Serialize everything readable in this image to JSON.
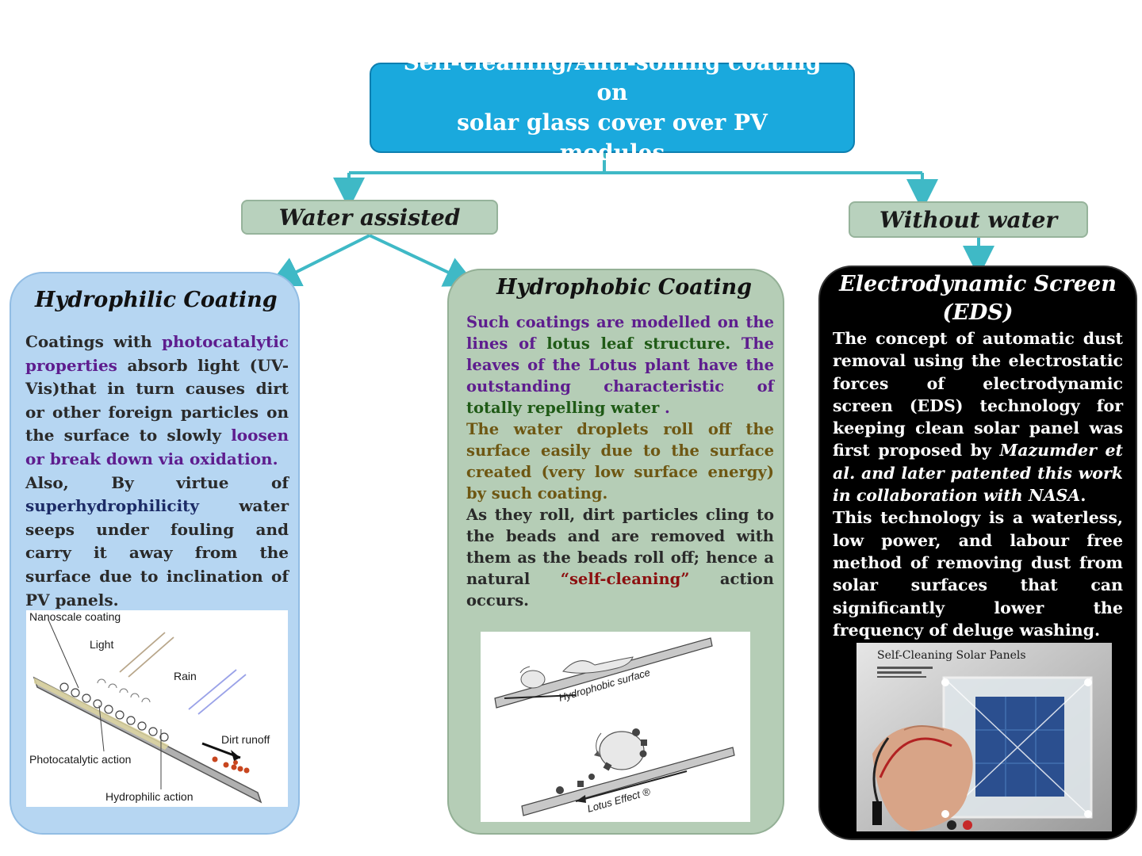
{
  "root": {
    "line1": "Self-cleaning/Anti-soiling coating on",
    "line2": "solar glass cover over PV modules"
  },
  "branches": {
    "water_assisted": "Water assisted",
    "without_water": "Without water"
  },
  "hydrophilic": {
    "title": "Hydrophilic Coating",
    "t1": "Coatings with ",
    "t2": "photocatalytic properties",
    "t3": " absorb light (UV-Vis)that in turn causes dirt or other foreign particles on the surface to slowly ",
    "t4": "loosen or break down via oxidation.",
    "t5": "Also, By virtue of ",
    "t6": "superhydrophilicity",
    "t7": " water seeps under fouling and carry it away from the surface due to inclination of PV panels.",
    "figure": {
      "nanoscale": "Nanoscale coating",
      "light": "Light",
      "rain": "Rain",
      "dirt": "Dirt runoff",
      "photocatalytic": "Photocatalytic action",
      "hydrophilic": "Hydrophilic action"
    }
  },
  "hydrophobic": {
    "title": "Hydrophobic Coating",
    "t1": "Such coatings are modelled on the lines of ",
    "t2": "lotus leaf structure.",
    "t3": " The leaves of the Lotus plant have the outstanding characteristic of ",
    "t4": "totally repelling water",
    "t5": " .",
    "t6": "The water droplets roll off the surface easily due to the surface created (very low surface energy) by such coating.",
    "t7": "As they roll, dirt particles cling to the beads and are removed with them as the beads roll off; hence a natural ",
    "t8": "“self-cleaning”",
    "t9": " action occurs.",
    "figure": {
      "surface": "Hydrophobic surface",
      "lotus": "Lotus Effect ®"
    }
  },
  "eds": {
    "title_line1": "Electrodynamic Screen",
    "title_line2": "(EDS)",
    "t1": "The concept of automatic dust removal using the electrostatic forces of electrodynamic screen (EDS) technology for keeping clean solar panel was first proposed by ",
    "t2": "Mazumder et al. and later patented this work in collaboration with NASA",
    "t3": ".",
    "t4": "This technology is a waterless, low power, and labour free method of removing dust from solar surfaces that can significantly lower the frequency of deluge washing.",
    "photo_title": "Self-Cleaning Solar Panels"
  },
  "colors": {
    "root_fill": "#1aa9dd",
    "branch_fill": "#b8d1bd",
    "connector": "#3fb9c6",
    "hydrophilic_fill": "#b6d6f2",
    "hydrophobic_fill": "#b5cdb6",
    "eds_fill": "#000000"
  }
}
